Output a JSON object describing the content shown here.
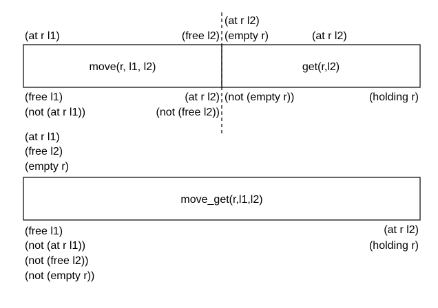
{
  "top_diagram": {
    "move_action": {
      "label": "move(r, l1, l2)",
      "pre_left": "(at r l1)",
      "pre_right": "(free l2)",
      "eff_left": [
        "(free l1)",
        "(not (at r l1))"
      ],
      "eff_right": [
        "(at r l2)",
        "(not (free l2))"
      ]
    },
    "get_action": {
      "label": "get(r,l2)",
      "pre_upper": "(at r l2)",
      "pre_left": "(empty r)",
      "pre_right": "(at r l2)",
      "eff_left": "(not (empty r))",
      "eff_right": "(holding r)"
    }
  },
  "bottom_diagram": {
    "label": "move_get(r,l1,l2)",
    "preconditions": [
      "(at r l1)",
      "(free l2)",
      "(empty r)"
    ],
    "eff_left": [
      "(free l1)",
      "(not (at r l1))",
      "(not (free l2))",
      "(not (empty r))"
    ],
    "eff_right": [
      "(at r l2)",
      "(holding r)"
    ]
  }
}
